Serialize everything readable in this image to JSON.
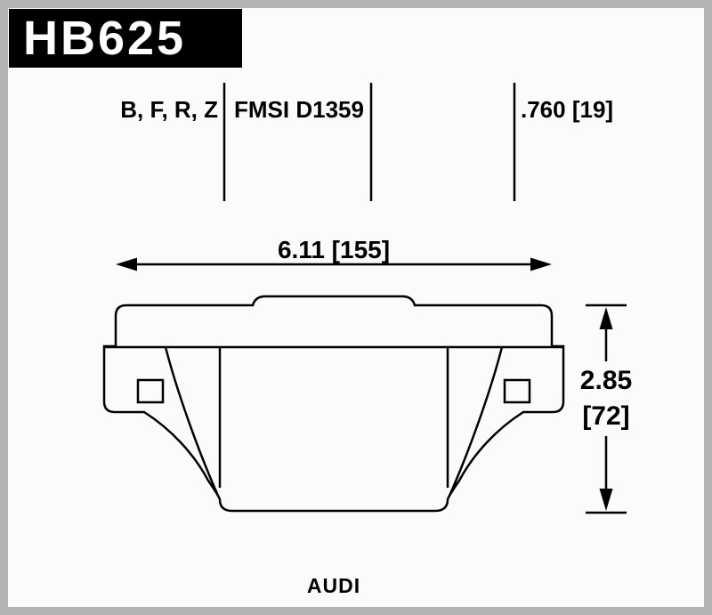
{
  "header": {
    "part_number": "HB625"
  },
  "specs": {
    "compounds": "B, F, R, Z",
    "fmsi": "FMSI D1359",
    "thickness": ".760 [19]"
  },
  "dimensions": {
    "width": "6.11 [155]",
    "height_value": "2.85",
    "height_bracket": "[72]"
  },
  "application": "AUDI",
  "colors": {
    "ink": "#000000",
    "paper": "#fbfbfb",
    "frame": "#b4b4b4",
    "header_bg": "#000000",
    "header_fg": "#ffffff"
  }
}
